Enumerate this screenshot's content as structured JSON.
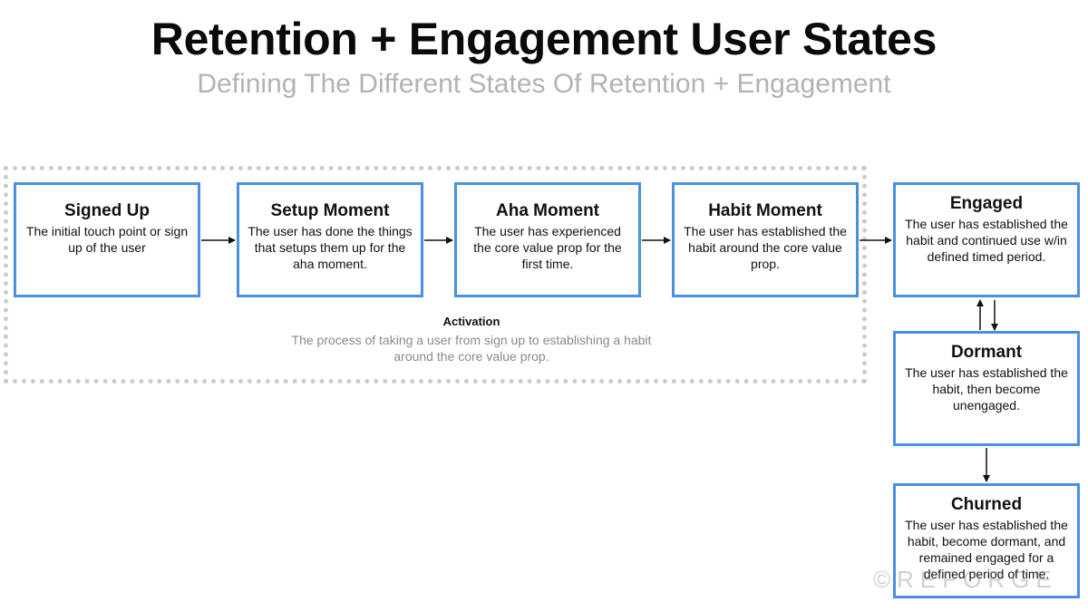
{
  "title": "Retention + Engagement User States",
  "subtitle": "Defining The Different States Of Retention + Engagement",
  "activation": {
    "label": "Activation",
    "description": "The process of taking a user from sign up to establishing a habit around the core value prop."
  },
  "states": [
    {
      "title": "Signed Up",
      "description": "The initial touch point or sign up of the user"
    },
    {
      "title": "Setup Moment",
      "description": "The user has done the things that setups them up for the aha moment."
    },
    {
      "title": "Aha Moment",
      "description": "The user has experienced the core value prop for the first time."
    },
    {
      "title": "Habit Moment",
      "description": "The user has established the habit around the core value prop."
    },
    {
      "title": "Engaged",
      "description": "The user has established the habit and continued use w/in defined timed period."
    },
    {
      "title": "Dormant",
      "description": "The user has established the habit, then become unengaged."
    },
    {
      "title": "Churned",
      "description": "The user has established the habit, become dormant, and remained engaged for a defined period of time."
    }
  ],
  "watermark": "©REFORGE",
  "colors": {
    "box_border": "#4a90e2",
    "activation_border": "#cccccc",
    "subtitle": "#b3b3b3"
  }
}
